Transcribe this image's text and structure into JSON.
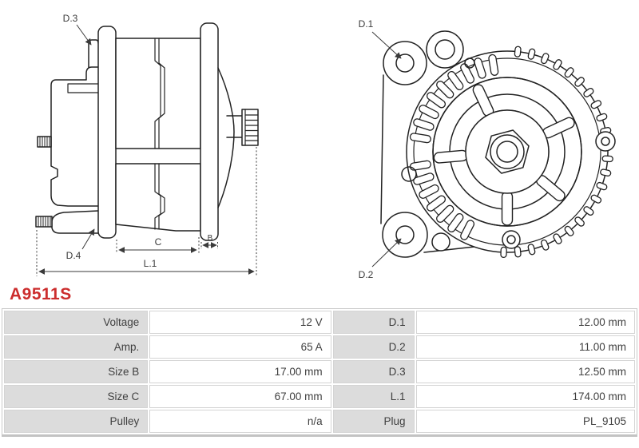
{
  "part": {
    "number": "A9511S"
  },
  "colors": {
    "part_number_red": "#cc2d2d",
    "table_label_bg": "#dcdcdc",
    "drawing_line": "#222222"
  },
  "diagram": {
    "side_view": {
      "labels": {
        "d3": "D.3",
        "d4": "D.4",
        "c": "C",
        "b": "B",
        "l1": "L.1"
      }
    },
    "front_view": {
      "labels": {
        "d1": "D.1",
        "d2": "D.2"
      }
    }
  },
  "spec_table": {
    "rows": [
      {
        "label_left": "Voltage",
        "value_left": "12 V",
        "label_right": "D.1",
        "value_right": "12.00 mm"
      },
      {
        "label_left": "Amp.",
        "value_left": "65 A",
        "label_right": "D.2",
        "value_right": "11.00 mm"
      },
      {
        "label_left": "Size B",
        "value_left": "17.00 mm",
        "label_right": "D.3",
        "value_right": "12.50 mm"
      },
      {
        "label_left": "Size C",
        "value_left": "67.00 mm",
        "label_right": "L.1",
        "value_right": "174.00 mm"
      },
      {
        "label_left": "Pulley",
        "value_left": "n/a",
        "label_right": "Plug",
        "value_right": "PL_9105"
      }
    ]
  }
}
